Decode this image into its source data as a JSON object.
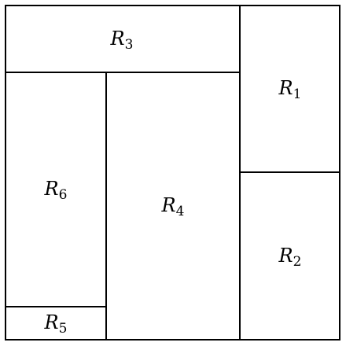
{
  "colors": {
    "stroke": "#000000",
    "fill": "#ffffff"
  },
  "regions": [
    {
      "id": "r3",
      "letter": "R",
      "subscript": "3"
    },
    {
      "id": "r1",
      "letter": "R",
      "subscript": "1"
    },
    {
      "id": "r6",
      "letter": "R",
      "subscript": "6"
    },
    {
      "id": "r4",
      "letter": "R",
      "subscript": "4"
    },
    {
      "id": "r2",
      "letter": "R",
      "subscript": "2"
    },
    {
      "id": "r5",
      "letter": "R",
      "subscript": "5"
    }
  ]
}
